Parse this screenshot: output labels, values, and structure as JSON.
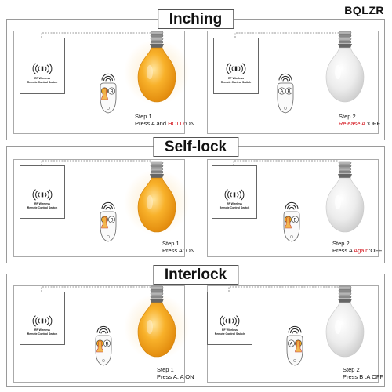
{
  "brand": "BQLZR",
  "module_label": [
    "RF Wireless",
    "Remote Control Switch"
  ],
  "sections": [
    {
      "title": "Inching",
      "steps": [
        {
          "line1": "Step  1",
          "prefix": "Press A and ",
          "highlight": "HOLD",
          "suffix": ":ON",
          "pressed": "A",
          "bulb": "on"
        },
        {
          "line1": "Step  2",
          "prefix": "",
          "highlight": "Release A ",
          "suffix": ":OFF",
          "pressed": "none",
          "bulb": "off"
        }
      ]
    },
    {
      "title": "Self-lock",
      "steps": [
        {
          "line1": "Step  1",
          "prefix": "Press A: ON",
          "highlight": "",
          "suffix": "",
          "pressed": "A",
          "bulb": "on"
        },
        {
          "line1": "Step  2",
          "prefix": "Press A ",
          "highlight": "Again",
          "suffix": ":OFF",
          "pressed": "A",
          "bulb": "off"
        }
      ]
    },
    {
      "title": "Interlock",
      "steps": [
        {
          "line1": "Step  1",
          "prefix": "Press A:  A ON",
          "highlight": "",
          "suffix": "",
          "pressed": "A",
          "bulb": "on"
        },
        {
          "line1": "Step  2",
          "prefix": "Press B :A OFF",
          "highlight": "",
          "suffix": "",
          "pressed": "B",
          "bulb": "off"
        }
      ]
    }
  ],
  "colors": {
    "bulb_on": "#f6a20e",
    "bulb_off": "#eeeeee",
    "button_press": "#f0a61c",
    "highlight": "#d4141c"
  }
}
